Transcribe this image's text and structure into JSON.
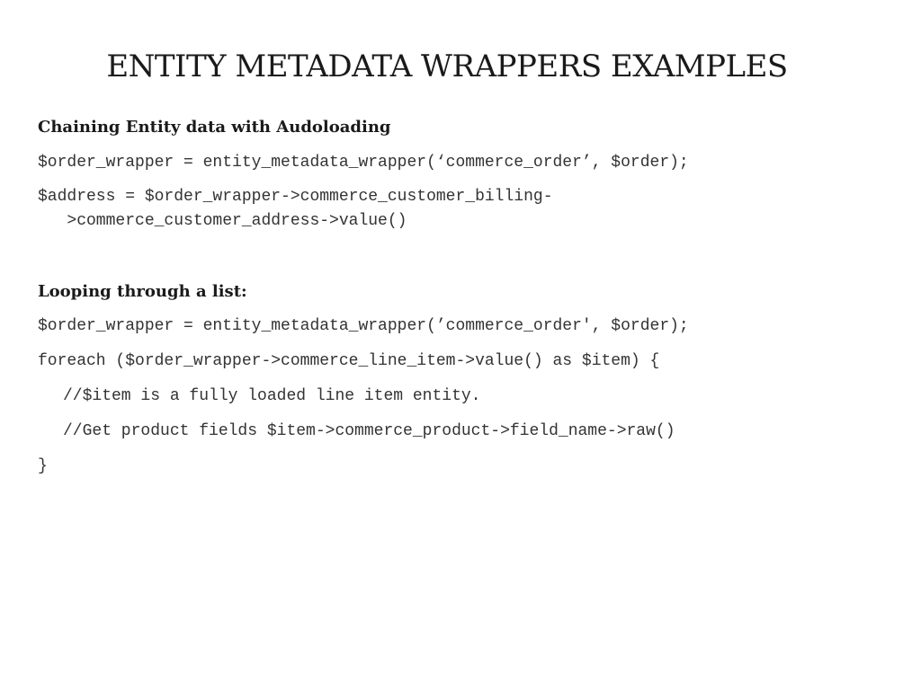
{
  "slide": {
    "title": "ENTITY METADATA WRAPPERS EXAMPLES",
    "section1": {
      "heading": "Chaining Entity data with Audoloading",
      "line1": "$order_wrapper = entity_metadata_wrapper(‘commerce_order’, $order);",
      "line2a": "$address = $order_wrapper->commerce_customer_billing-",
      "line2b": "   >commerce_customer_address->value()"
    },
    "section2": {
      "heading": "Looping through a list:",
      "line1": "$order_wrapper = entity_metadata_wrapper(’commerce_order', $order);",
      "line2": "foreach ($order_wrapper->commerce_line_item->value() as $item) {",
      "line3": "//$item is a fully loaded line item entity.",
      "line4": "//Get product fields $item->commerce_product->field_name->raw()",
      "line5": "}"
    }
  }
}
